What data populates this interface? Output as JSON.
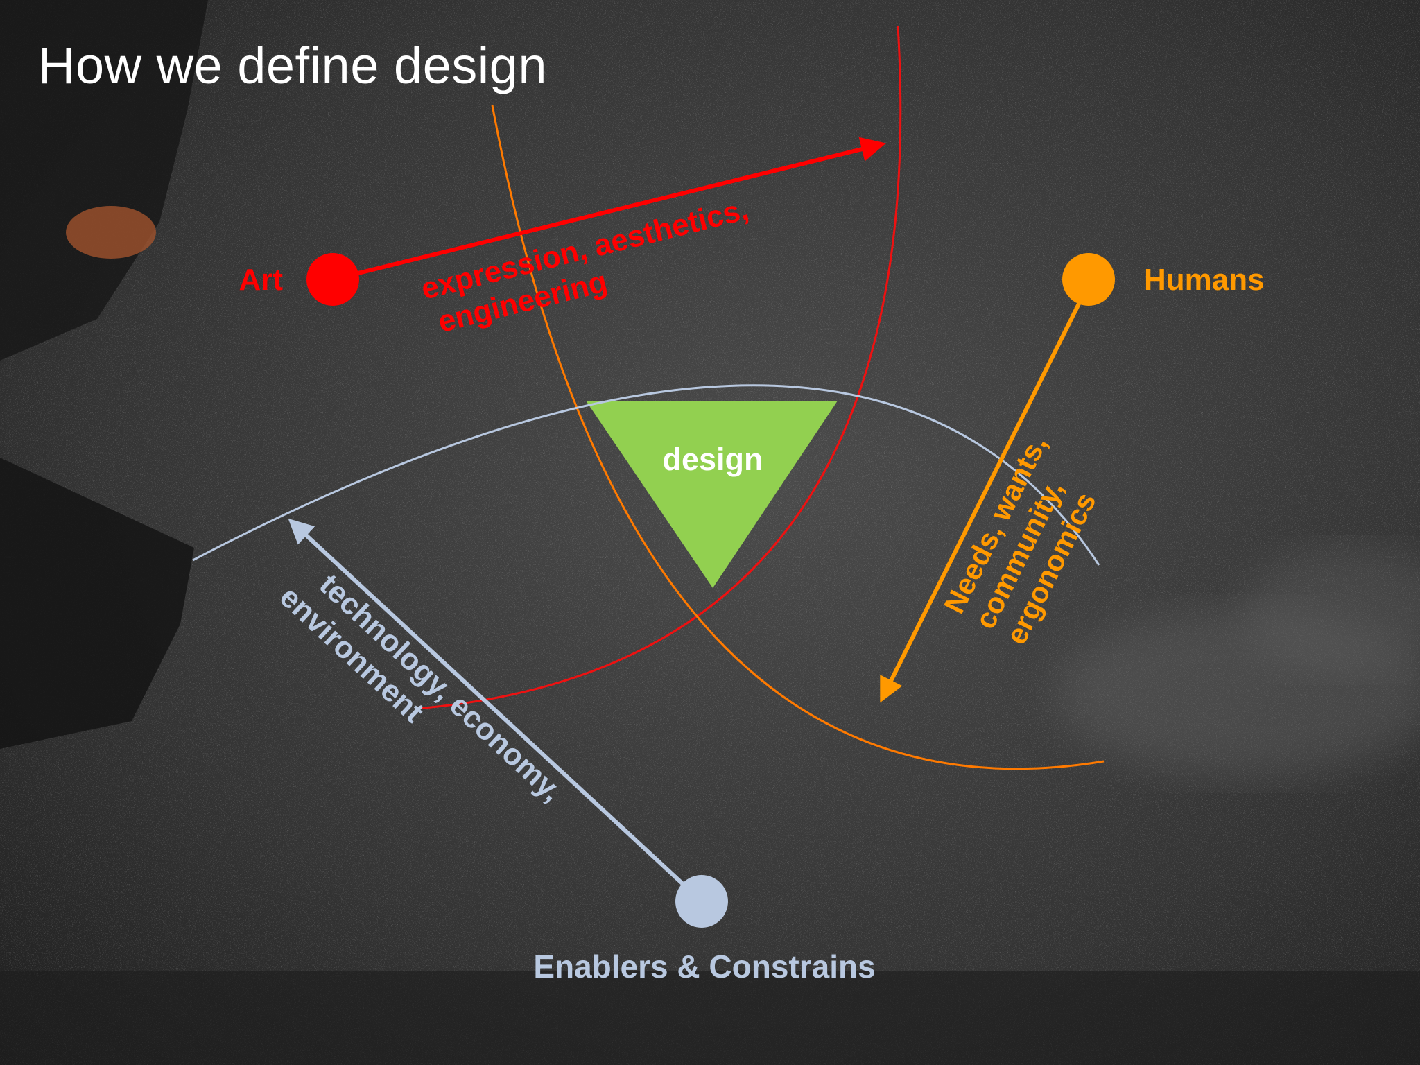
{
  "slide": {
    "title": "How we define design"
  },
  "nodes": {
    "art": {
      "label": "Art",
      "color": "#ff0000"
    },
    "humans": {
      "label": "Humans",
      "color": "#ff9900"
    },
    "enablers": {
      "label": "Enablers & Constrains",
      "color": "#b8c8e0"
    }
  },
  "arrows": {
    "art": {
      "line1": "expression, aesthetics,",
      "line2": "engineering"
    },
    "humans": {
      "line1": "Needs, wants,",
      "line2": "community,",
      "line3": "ergonomics"
    },
    "enablers": {
      "line1": "technology, economy,",
      "line2": "environment"
    }
  },
  "center": {
    "label": "design",
    "color": "#92d050"
  },
  "curve_colors": {
    "art": "#ee1111",
    "humans": "#ff7a00",
    "enablers": "#b8c8e0"
  }
}
